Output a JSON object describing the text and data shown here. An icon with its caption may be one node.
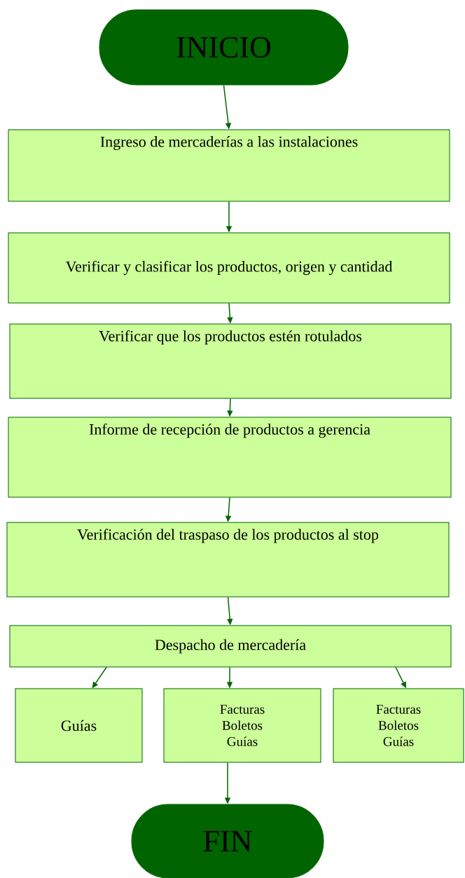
{
  "diagram": {
    "nodes": [
      {
        "text": [
          "INICIO"
        ]
      },
      {
        "text": [
          "Ingreso de mercaderías a las instalaciones"
        ]
      },
      {
        "text": [
          "Verificar y clasificar los productos, origen y cantidad"
        ]
      },
      {
        "text": [
          "Verificar que los productos estén rotulados"
        ]
      },
      {
        "text": [
          "Informe de recepción de productos a gerencia"
        ]
      },
      {
        "text": [
          "Verificación del traspaso de los productos al stop"
        ]
      },
      {
        "text": [
          "Despacho de mercadería"
        ]
      },
      {
        "text": [
          "Guías"
        ]
      },
      {
        "text": [
          "Facturas Boletos Guías"
        ]
      },
      {
        "text": [
          "Facturas Boletos Guías"
        ]
      },
      {
        "text": [
          "FIN"
        ]
      }
    ],
    "edges": [
      {
        "from": 0,
        "to": 1,
        "arrow": "to"
      },
      {
        "from": 1,
        "to": 2,
        "arrow": "to"
      },
      {
        "from": 2,
        "to": 3,
        "arrow": "to"
      },
      {
        "from": 3,
        "to": 4,
        "arrow": "to"
      },
      {
        "from": 4,
        "to": 5,
        "arrow": "to"
      },
      {
        "from": 5,
        "to": 6,
        "arrow": "to"
      },
      {
        "from": 6,
        "to": 7,
        "arrow": "to"
      },
      {
        "from": 6,
        "to": 8,
        "arrow": "to"
      },
      {
        "from": 6,
        "to": 9,
        "arrow": "to"
      },
      {
        "from": 8,
        "to": 10,
        "arrow": "to"
      }
    ]
  }
}
